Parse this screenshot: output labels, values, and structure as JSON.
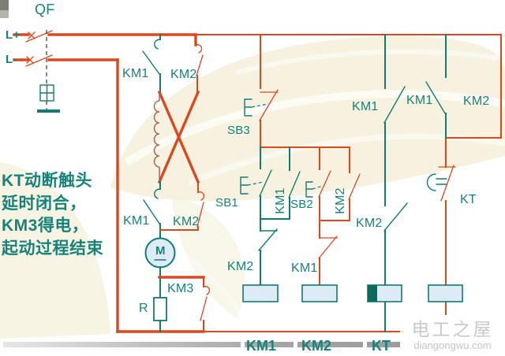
{
  "note": {
    "lines": [
      "KT动断触头",
      "延时闭合，",
      "KM3得电，",
      "起动过程结束"
    ]
  },
  "labels": {
    "qf": "QF",
    "l_plus": "L+",
    "l_minus": "L-",
    "km1_top": "KM1",
    "km2_top": "KM2",
    "km1_mid": "KM1",
    "km2_mid": "KM2",
    "km3": "KM3",
    "r": "R",
    "motor": "M",
    "sb3": "SB3",
    "sb1": "SB1",
    "sb2": "SB2",
    "km1_aux_vertical": "KM1",
    "km2_aux_vertical": "KM2",
    "km2_interlock": "KM2",
    "km1_interlock": "KM1",
    "km1_branch3": "KM1",
    "km2_branch3": "KM2",
    "km1_branch4": "KM1",
    "km2_branch4": "KM2",
    "kt_contact": "KT"
  },
  "bottom_bar": {
    "labels": [
      "KM1",
      "KM2",
      "KT"
    ]
  },
  "watermark": {
    "name": "电工之屋",
    "url": "diangongwu.com"
  },
  "colors": {
    "wire_red": "#d9481f",
    "teal": "#107c72",
    "label_teal": "#17827a",
    "coil_fill": "#dcebf6",
    "coil_dark": "#0b6b5d",
    "bg_swirl": "#f4f0d9",
    "inductor": "#a8695a",
    "watermark_gray": "#c9c9c9"
  }
}
